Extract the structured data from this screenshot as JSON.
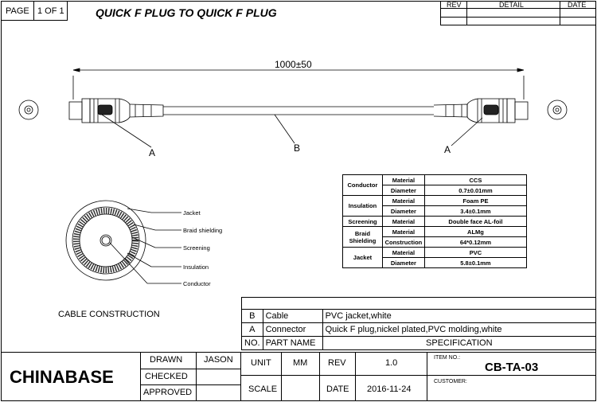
{
  "header": {
    "page_label": "PAGE",
    "page_value": "1 OF 1",
    "title": "QUICK F PLUG TO QUICK F PLUG",
    "rev_table": {
      "rev": "REV",
      "detail": "DETAIL",
      "date": "DATE"
    }
  },
  "drawing": {
    "length": "1000±50",
    "label_a_left": "A",
    "label_b": "B",
    "label_a_right": "A"
  },
  "cross_section": {
    "title": "CABLE CONSTRUCTION",
    "callouts": [
      "Jacket",
      "Braid shielding",
      "Screening",
      "Insulation",
      "Conductor"
    ]
  },
  "spec_table": {
    "rows": [
      {
        "group": "Conductor",
        "prop": "Material",
        "value": "CCS"
      },
      {
        "group": "",
        "prop": "Diameter",
        "value": "0.7±0.01mm"
      },
      {
        "group": "Insulation",
        "prop": "Material",
        "value": "Foam PE"
      },
      {
        "group": "",
        "prop": "Diameter",
        "value": "3.4±0.1mm"
      },
      {
        "group": "Screening",
        "prop": "Material",
        "value": "Double face AL-foil"
      },
      {
        "group": "Braid Shielding",
        "prop": "Material",
        "value": "ALMg"
      },
      {
        "group": "",
        "prop": "Construction",
        "value": "64*0.12mm"
      },
      {
        "group": "Jacket",
        "prop": "Material",
        "value": "PVC"
      },
      {
        "group": "",
        "prop": "Diameter",
        "value": "5.8±0.1mm"
      }
    ]
  },
  "parts": {
    "rows": [
      {
        "no": "B",
        "name": "Cable",
        "spec": "PVC jacket,white"
      },
      {
        "no": "A",
        "name": "Connector",
        "spec": "Quick F plug,nickel plated,PVC molding,white"
      }
    ],
    "header": {
      "no": "NO.",
      "name": "PART NAME",
      "spec": "SPECIFICATION"
    }
  },
  "title_block": {
    "company": "CHINABASE",
    "drawn_label": "DRAWN",
    "drawn_value": "JASON",
    "checked_label": "CHECKED",
    "approved_label": "APPROVED",
    "unit_label": "UNIT",
    "unit_value": "MM",
    "rev_label": "REV",
    "rev_value": "1.0",
    "scale_label": "SCALE",
    "date_label": "DATE",
    "date_value": "2016-11-24",
    "item_no_label": "ITEM NO.:",
    "item_no_value": "CB-TA-03",
    "customer_label": "CUSTOMER:"
  }
}
